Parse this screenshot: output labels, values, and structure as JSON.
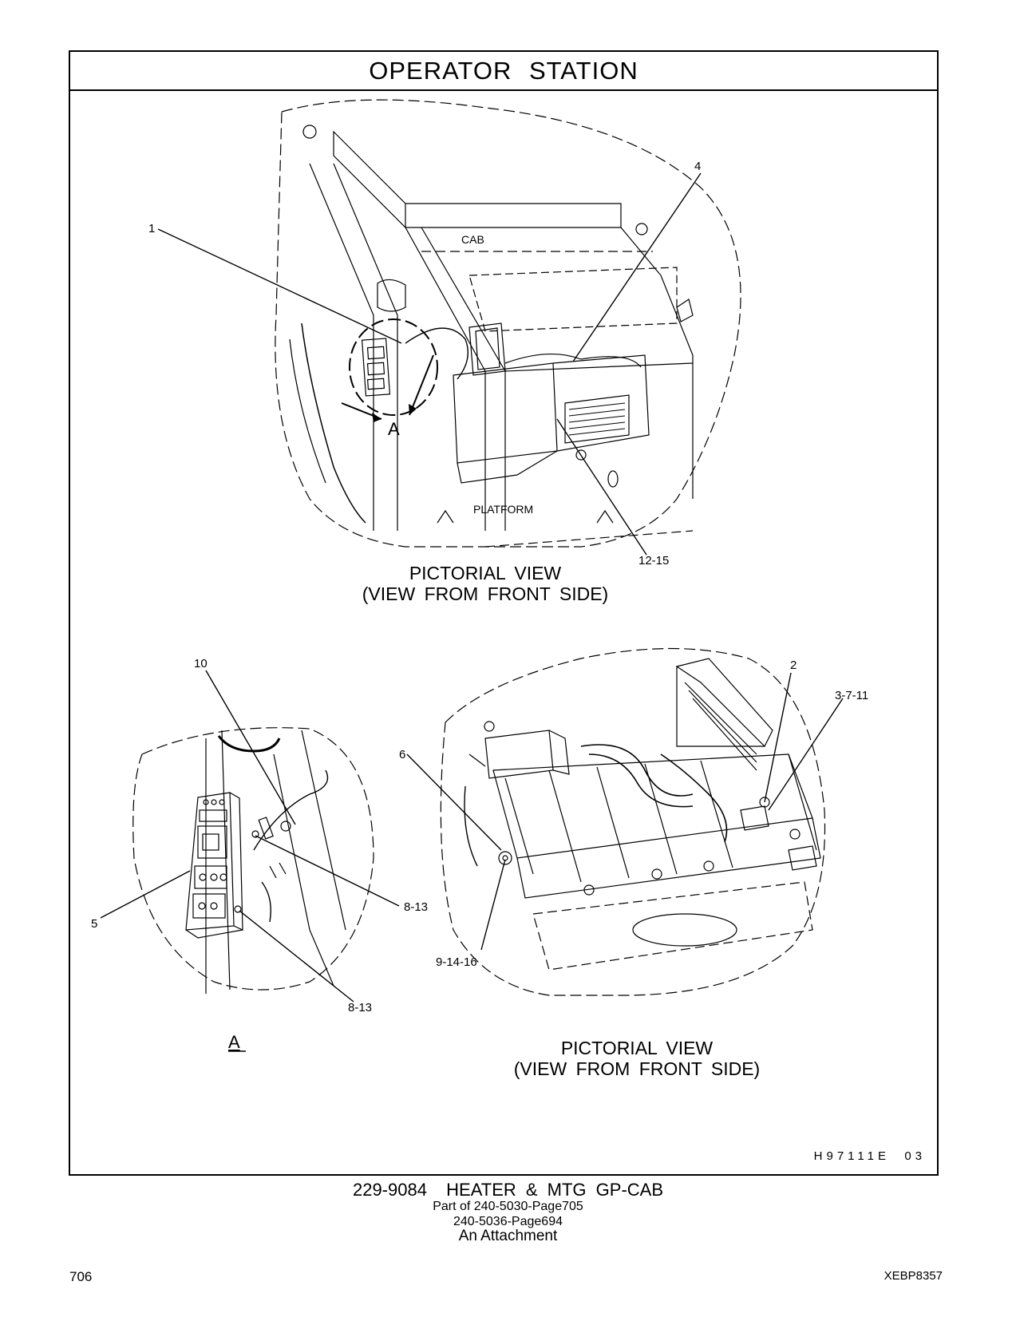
{
  "title": "OPERATOR STATION",
  "views": {
    "top_caption_1": "PICTORIAL VIEW",
    "top_caption_2": "(VIEW FROM FRONT SIDE)",
    "bottom_caption_1": "PICTORIAL VIEW",
    "bottom_caption_2": "(VIEW FROM FRONT SIDE)",
    "detail_label": "A"
  },
  "callouts": {
    "c1": "1",
    "c4": "4",
    "cab": "CAB",
    "platform": "PLATFORM",
    "c12_15": "12-15",
    "view_arrow_a": "A",
    "c10": "10",
    "c5": "5",
    "c8_13_a": "8-13",
    "c8_13_b": "8-13",
    "c2": "2",
    "c3_7_11": "3-7-11",
    "c6": "6",
    "c9_14_16": "9-14-16"
  },
  "illustration_code": "H97111E  03",
  "footer": {
    "part_title": "229-9084  HEATER & MTG GP-CAB",
    "part_of": "Part of 240-5030-Page705",
    "also": "240-5036-Page694",
    "attachment": "An Attachment"
  },
  "page_number": "706",
  "document_id": "XEBP8357"
}
